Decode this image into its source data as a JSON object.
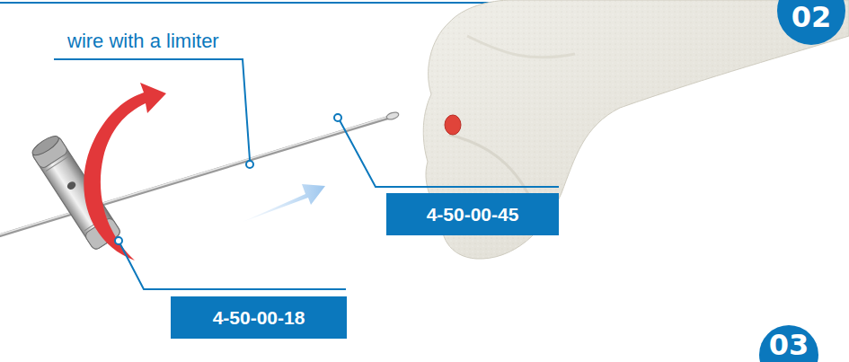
{
  "diagram": {
    "nodes": [
      {
        "text": [
          "02"
        ]
      },
      {
        "text": [
          "4-50-00-45"
        ]
      },
      {
        "text": [
          "4-50-00-18"
        ]
      },
      {
        "text": [
          "03"
        ]
      }
    ],
    "labels": [
      "wire with a limiter"
    ]
  }
}
